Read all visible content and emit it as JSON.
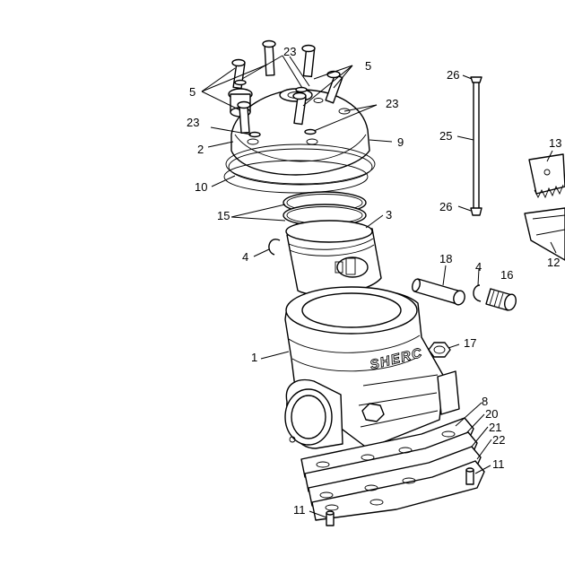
{
  "diagram": {
    "brand_mark": "SHERC",
    "callouts": {
      "c1": "1",
      "c2": "2",
      "c3": "3",
      "c4a": "4",
      "c4b": "4",
      "c5a": "5",
      "c5b": "5",
      "c8": "8",
      "c9": "9",
      "c10": "10",
      "c11a": "11",
      "c11b": "11",
      "c12": "12",
      "c13": "13",
      "c15": "15",
      "c16": "16",
      "c17": "17",
      "c18": "18",
      "c20": "20",
      "c21": "21",
      "c22": "22",
      "c23a": "23",
      "c23b": "23",
      "c23c": "23",
      "c25": "25",
      "c26a": "26",
      "c26b": "26"
    }
  }
}
